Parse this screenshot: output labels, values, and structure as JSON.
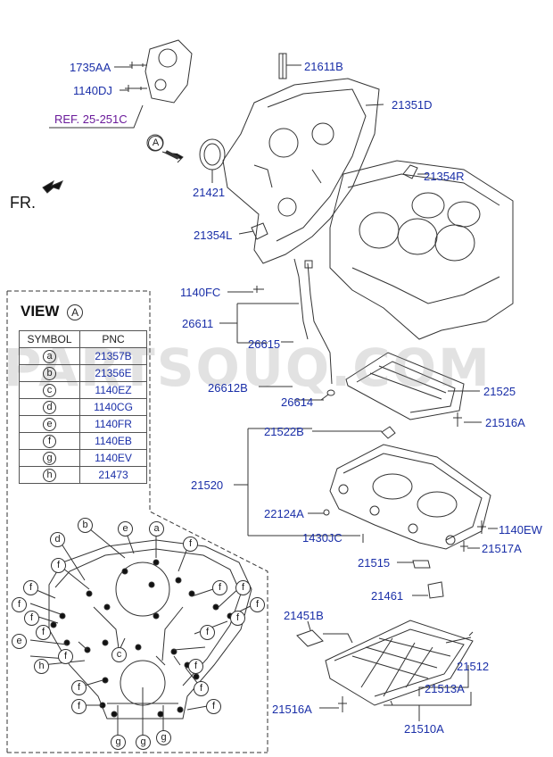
{
  "labels": {
    "p1735AA": "1735AA",
    "p1140DJ": "1140DJ",
    "ref": "REF. 25-251C",
    "p21611B": "21611B",
    "p21351D": "21351D",
    "p21421": "21421",
    "p21354R": "21354R",
    "p21354L": "21354L",
    "p1140FC": "1140FC",
    "p26611": "26611",
    "p26615": "26615",
    "p26612B": "26612B",
    "p26614": "26614",
    "p21525": "21525",
    "p21516A_top": "21516A",
    "p21522B": "21522B",
    "p21520": "21520",
    "p22124A": "22124A",
    "p1140EW": "1140EW",
    "p21517A": "21517A",
    "p1430JC": "1430JC",
    "p21515": "21515",
    "p21461": "21461",
    "p21451B": "21451B",
    "p21512": "21512",
    "p21513A": "21513A",
    "p21516A_bot": "21516A",
    "p21510A": "21510A"
  },
  "direction_label": "FR.",
  "view_marker": "A",
  "view": {
    "title": "VIEW",
    "marker": "A",
    "header_symbol": "SYMBOL",
    "header_pnc": "PNC",
    "rows": [
      {
        "symbol": "a",
        "pnc": "21357B"
      },
      {
        "symbol": "b",
        "pnc": "21356E"
      },
      {
        "symbol": "c",
        "pnc": "1140EZ"
      },
      {
        "symbol": "d",
        "pnc": "1140CG"
      },
      {
        "symbol": "e",
        "pnc": "1140FR"
      },
      {
        "symbol": "f",
        "pnc": "1140EB"
      },
      {
        "symbol": "g",
        "pnc": "1140EV"
      },
      {
        "symbol": "h",
        "pnc": "21473"
      }
    ]
  },
  "watermark": "PARTSOUQ.COM",
  "callouts": {
    "b": "b",
    "e": "e",
    "a": "a",
    "d": "d",
    "f": "f",
    "h": "h",
    "c": "c",
    "g": "g"
  },
  "colors": {
    "label": "#1a2fa8",
    "ref": "#6a1a9a",
    "line": "#333333"
  }
}
